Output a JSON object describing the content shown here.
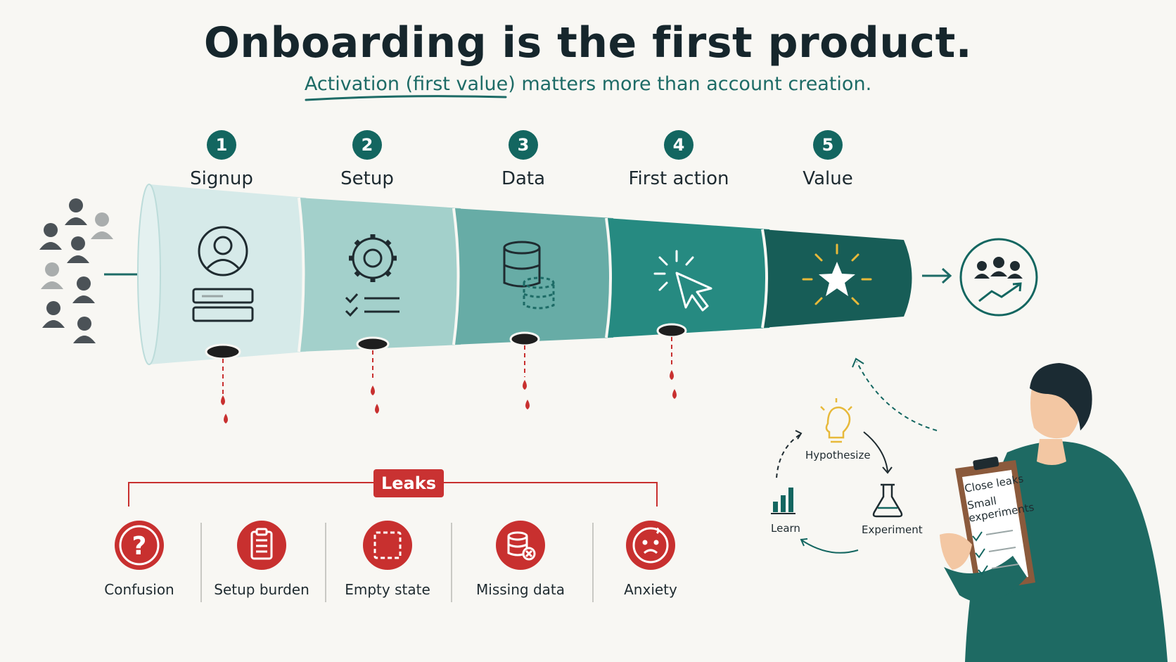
{
  "header": {
    "title": "Onboarding is the first product.",
    "subtitle_highlight": "Activation (first value)",
    "subtitle_rest": " matters more than account creation."
  },
  "steps": [
    {
      "number": "1",
      "label": "Signup",
      "icon": "user-form-icon"
    },
    {
      "number": "2",
      "label": "Setup",
      "icon": "gear-checklist-icon"
    },
    {
      "number": "3",
      "label": "Data",
      "icon": "database-icon"
    },
    {
      "number": "4",
      "label": "First action",
      "icon": "cursor-click-icon"
    },
    {
      "number": "5",
      "label": "Value",
      "icon": "star-icon"
    }
  ],
  "leaks": {
    "tag": "Leaks",
    "items": [
      {
        "label": "Confusion",
        "icon": "question-icon"
      },
      {
        "label": "Setup burden",
        "icon": "clipboard-icon"
      },
      {
        "label": "Empty state",
        "icon": "empty-box-icon"
      },
      {
        "label": "Missing data",
        "icon": "database-x-icon"
      },
      {
        "label": "Anxiety",
        "icon": "sad-face-icon"
      }
    ]
  },
  "cycle": {
    "hypothesize": "Hypothesize",
    "experiment": "Experiment",
    "learn": "Learn"
  },
  "clipboard": {
    "line1": "Close leaks",
    "line2": "Small",
    "line3": "experiments"
  },
  "colors": {
    "teal_dark": "#136660",
    "leak_red": "#c8302f",
    "background": "#f8f7f3"
  }
}
